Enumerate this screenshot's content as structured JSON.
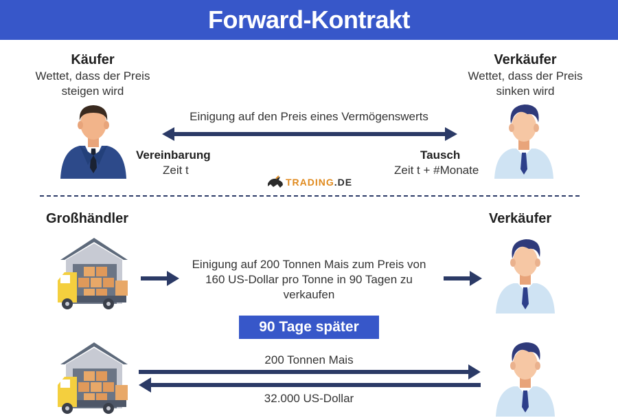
{
  "title": "Forward-Kontrakt",
  "top": {
    "buyer": {
      "title": "Käufer",
      "desc": "Wettet, dass der Preis steigen wird"
    },
    "seller": {
      "title": "Verkäufer",
      "desc": "Wettet, dass der Preis sinken wird"
    },
    "agreement_text": "Einigung auf den Preis eines Vermögenswerts",
    "agreement": {
      "label": "Vereinbarung",
      "time": "Zeit t"
    },
    "exchange": {
      "label": "Tausch",
      "time": "Zeit t + #Monate"
    },
    "logo": {
      "text": "TRADING",
      "suffix": ".DE"
    }
  },
  "bottom": {
    "wholesaler": "Großhändler",
    "seller": "Verkäufer",
    "agreement_text": "Einigung auf 200 Tonnen Mais zum Preis von 160 US-Dollar pro Tonne in 90 Tagen zu verkaufen",
    "later_badge": "90 Tage später",
    "delivery": "200 Tonnen Mais",
    "payment": "32.000 US-Dollar"
  },
  "colors": {
    "accent": "#3757c9",
    "arrow": "#2b3a66",
    "suit": "#2d4a8a",
    "shirt": "#cfe3f3"
  }
}
